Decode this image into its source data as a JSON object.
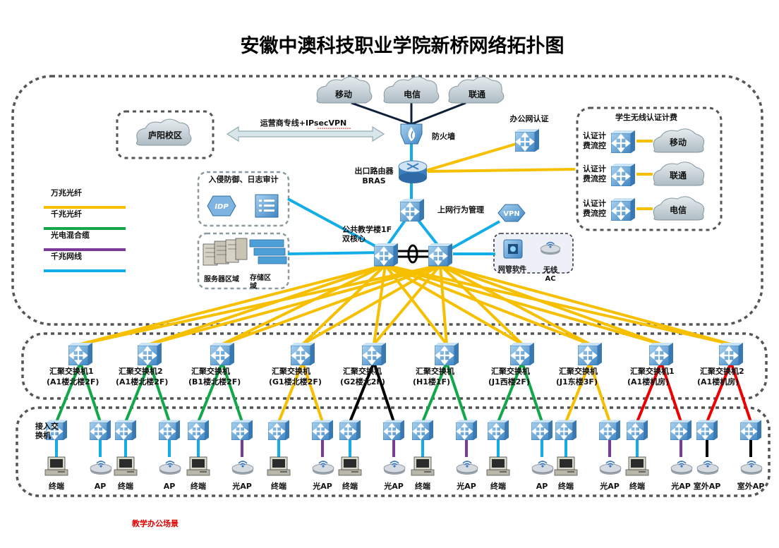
{
  "title": "安徽中澳科技职业学院新桥网络拓扑图",
  "footer": "教学办公场景",
  "colors": {
    "ten_gig_fiber": "#f6c000",
    "gig_fiber": "#12a84a",
    "hybrid_cable": "#7b3a9a",
    "gig_copper": "#13aee8",
    "red_link": "#ee0000",
    "black_link": "#000000"
  },
  "legend": [
    {
      "label": "万兆光纤",
      "color": "#f6c000"
    },
    {
      "label": "千兆光纤",
      "color": "#12a84a"
    },
    {
      "label": "光电混合缆",
      "color": "#7b3a9a"
    },
    {
      "label": "千兆网线",
      "color": "#13aee8"
    }
  ],
  "clouds": {
    "mobile": "移动",
    "telecom": "电信",
    "unicom": "联通"
  },
  "campus": {
    "luyang": "庐阳校区",
    "link_label": "运营商专线+IPsecVPN"
  },
  "core": {
    "firewall": "防火墙",
    "router": "出口路由器",
    "bras": "BRAS",
    "behavior": "上网行为管理",
    "office_auth": "办公网认证",
    "core_switch": "公共教学楼1F",
    "core_switch_2": "双核心"
  },
  "security": {
    "title": "入侵防御、日志审计",
    "idp": "IDP"
  },
  "datacenter": {
    "server_area": "服务器区域",
    "storage_1": "存储区",
    "storage_2": "域"
  },
  "vpn": "VPN",
  "mgmt": {
    "nms": "网管软件",
    "wac_1": "无线",
    "wac_2": "AC"
  },
  "student_billing": {
    "title": "学生无线认证计费",
    "rows": [
      {
        "line1": "认证计",
        "line2": "费流控",
        "cloud": "移动"
      },
      {
        "line1": "认证计",
        "line2": "费流控",
        "cloud": "联通"
      },
      {
        "line1": "认证计",
        "line2": "费流控",
        "cloud": "电信"
      }
    ]
  },
  "aggregation": [
    {
      "line1": "汇聚交换机1",
      "line2": "(A1楼北楼2F)"
    },
    {
      "line1": "汇聚交换机2",
      "line2": "(A1楼北楼2F)"
    },
    {
      "line1": "汇聚交换机",
      "line2": "(B1楼北楼2F)"
    },
    {
      "line1": "汇聚交换机",
      "line2": "(G1楼北楼2F)"
    },
    {
      "line1": "汇聚交换机",
      "line2": "(G2楼北2F)"
    },
    {
      "line1": "汇聚交换机",
      "line2": "(H1楼1F)"
    },
    {
      "line1": "汇聚交换机",
      "line2": "(J1西楼2F)"
    },
    {
      "line1": "汇聚交换机",
      "line2": "(J1东楼3F)"
    },
    {
      "line1": "汇聚交换机1",
      "line2": "(A1楼机房)"
    },
    {
      "line1": "汇聚交换机2",
      "line2": "(A1楼机房)"
    }
  ],
  "access": {
    "label_1": "接入交",
    "label_2": "换机"
  },
  "endpoints": [
    "终端",
    "AP",
    "终端",
    "AP",
    "终端",
    "光AP",
    "终端",
    "光AP",
    "终端",
    "光AP",
    "终端",
    "光AP",
    "终端",
    "AP",
    "终端",
    "光AP",
    "终端",
    "光AP",
    "室外AP",
    "室外AP"
  ]
}
